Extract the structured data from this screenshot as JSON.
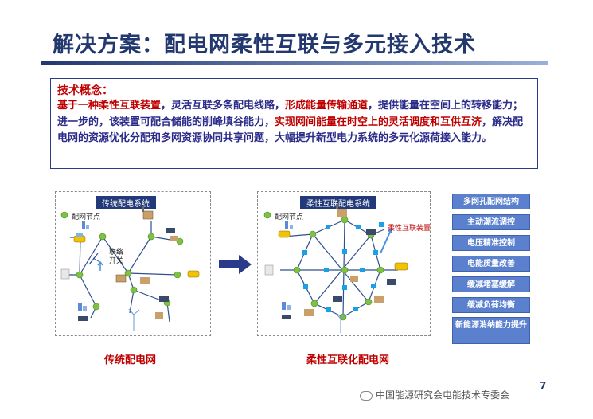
{
  "title": "解决方案：配电网柔性互联与多元接入技术",
  "concept": {
    "heading": "技术概念：",
    "segments": [
      {
        "text": "基于一种柔性互联装置",
        "color": "red"
      },
      {
        "text": "，灵活互联多条配电线路，",
        "color": "blue"
      },
      {
        "text": "形成能量传输通道",
        "color": "red"
      },
      {
        "text": "，提供能量在空间上的转移能力；进一步的，该装置可配合储能的削峰填谷能力，",
        "color": "blue"
      },
      {
        "text": "实现网间能量在时空上的灵活调度和互供互济",
        "color": "red"
      },
      {
        "text": "，解决配电网的资源优化分配和多网资源协同共享问题，大幅提升新型电力系统的多元化源荷接入能力。",
        "color": "blue"
      }
    ]
  },
  "left_panel": {
    "label": "传统配电系统",
    "legend_node": "配网节点",
    "switch_label_1": "联络",
    "switch_label_2": "开关",
    "caption": "传统配电网"
  },
  "right_panel": {
    "label": "柔性互联配电系统",
    "legend_node": "配网节点",
    "device_label": "柔性互联装置",
    "caption": "柔性互联化配电网"
  },
  "benefits": [
    "多网孔配网结构",
    "主动潮流调控",
    "电压精准控制",
    "电能质量改善",
    "缓减堵塞缓解",
    "缓减负荷均衡",
    "新能源消纳能力提升"
  ],
  "page_number": "7",
  "watermark": "中国能源研究会电能技术专委会",
  "colors": {
    "title": "#23386f",
    "accent_red": "#c00000",
    "text_blue": "#2b2b8a",
    "node_green": "#7dc242",
    "line_blue": "#2f4f8f",
    "device_blue": "#1aa0e6",
    "tag_blue": "#5a80ce"
  }
}
